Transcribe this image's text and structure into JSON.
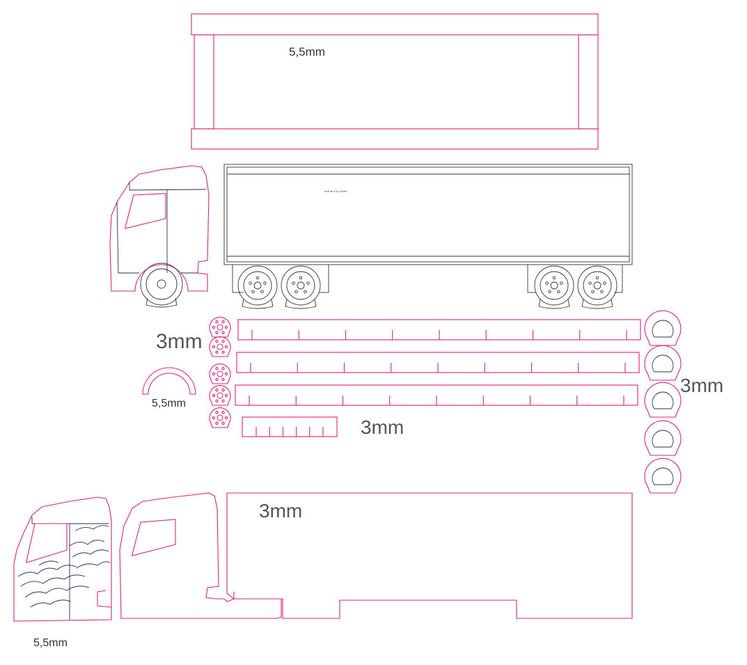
{
  "colors": {
    "cut": "#e0207a",
    "line": "#2a2a6a",
    "text": "#333333"
  },
  "labels": {
    "top_panel": "5,5mm",
    "trailer_note": "mdf de 5,5 y 3mm",
    "strips_left": "3mm",
    "fender": "5,5mm",
    "strips_bottom": "3mm",
    "wheels_right": "3mm",
    "side_panel": "3mm",
    "cab_bottom": "5,5mm"
  }
}
